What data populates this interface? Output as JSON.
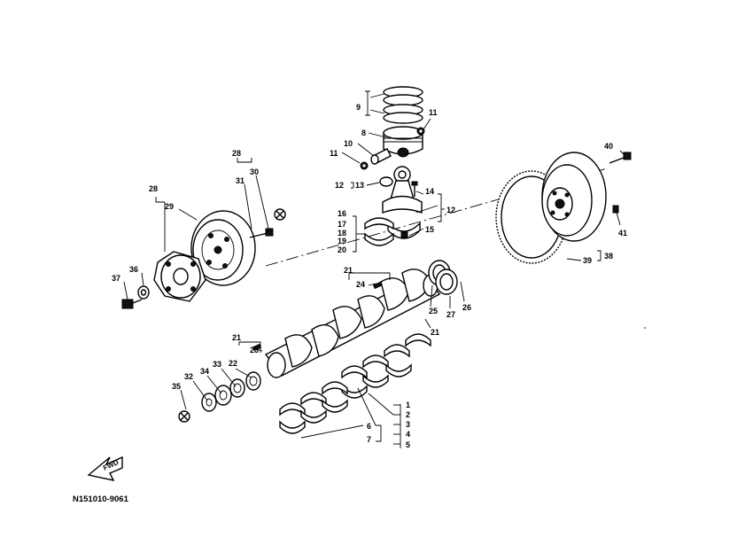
{
  "diagram": {
    "code": "N151010-9061",
    "fwd_label": "FWD",
    "callouts": {
      "c1": "1",
      "c2": "2",
      "c3": "3",
      "c4": "4",
      "c5": "5",
      "c6": "6",
      "c7": "7",
      "c8": "8",
      "c9": "9",
      "c10": "10",
      "c11a": "11",
      "c11b": "11",
      "c12a": "12",
      "c12b": "12",
      "c13": "13",
      "c14": "14",
      "c15": "15",
      "c16": "16",
      "c17": "17",
      "c18": "18",
      "c19": "19",
      "c20": "20",
      "c21a": "21",
      "c21b": "21",
      "c21c": "21",
      "c22": "22",
      "c23": "23",
      "c24": "24",
      "c25": "25",
      "c26": "26",
      "c27": "27",
      "c28a": "28",
      "c28b": "28",
      "c29": "29",
      "c30": "30",
      "c31": "31",
      "c32": "32",
      "c33": "33",
      "c34": "34",
      "c35": "35",
      "c36": "36",
      "c37": "37",
      "c38": "38",
      "c39": "39",
      "c40": "40",
      "c41": "41"
    }
  }
}
